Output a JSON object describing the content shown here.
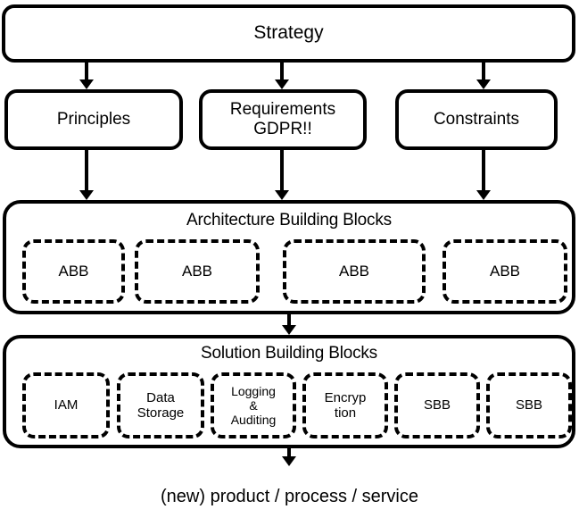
{
  "diagram": {
    "title_box": {
      "label": "Strategy"
    },
    "inputs": [
      {
        "id": "principles",
        "label": "Principles"
      },
      {
        "id": "requirements",
        "label_line1": "Requirements",
        "label_line2": "GDPR!!"
      },
      {
        "id": "constraints",
        "label": "Constraints"
      }
    ],
    "abb_layer": {
      "title": "Architecture Building Blocks",
      "blocks": [
        {
          "label": "ABB"
        },
        {
          "label": "ABB"
        },
        {
          "label": "ABB"
        },
        {
          "label": "ABB"
        }
      ]
    },
    "sbb_layer": {
      "title": "Solution Building Blocks",
      "blocks": [
        {
          "id": "iam",
          "label": "IAM"
        },
        {
          "id": "data",
          "label_line1": "Data",
          "label_line2": "Storage"
        },
        {
          "id": "logging",
          "label_line1": "Logging",
          "label_line2": "&",
          "label_line3": "Auditing"
        },
        {
          "id": "encryption",
          "label_line1": "Encryp",
          "label_line2": "tion"
        },
        {
          "id": "sbb5",
          "label": "SBB"
        },
        {
          "id": "sbb6",
          "label": "SBB"
        }
      ]
    },
    "footer": {
      "label": "(new) product / process / service"
    },
    "colors": {
      "stroke": "#000000",
      "fill": "#ffffff",
      "text": "#000000"
    }
  }
}
